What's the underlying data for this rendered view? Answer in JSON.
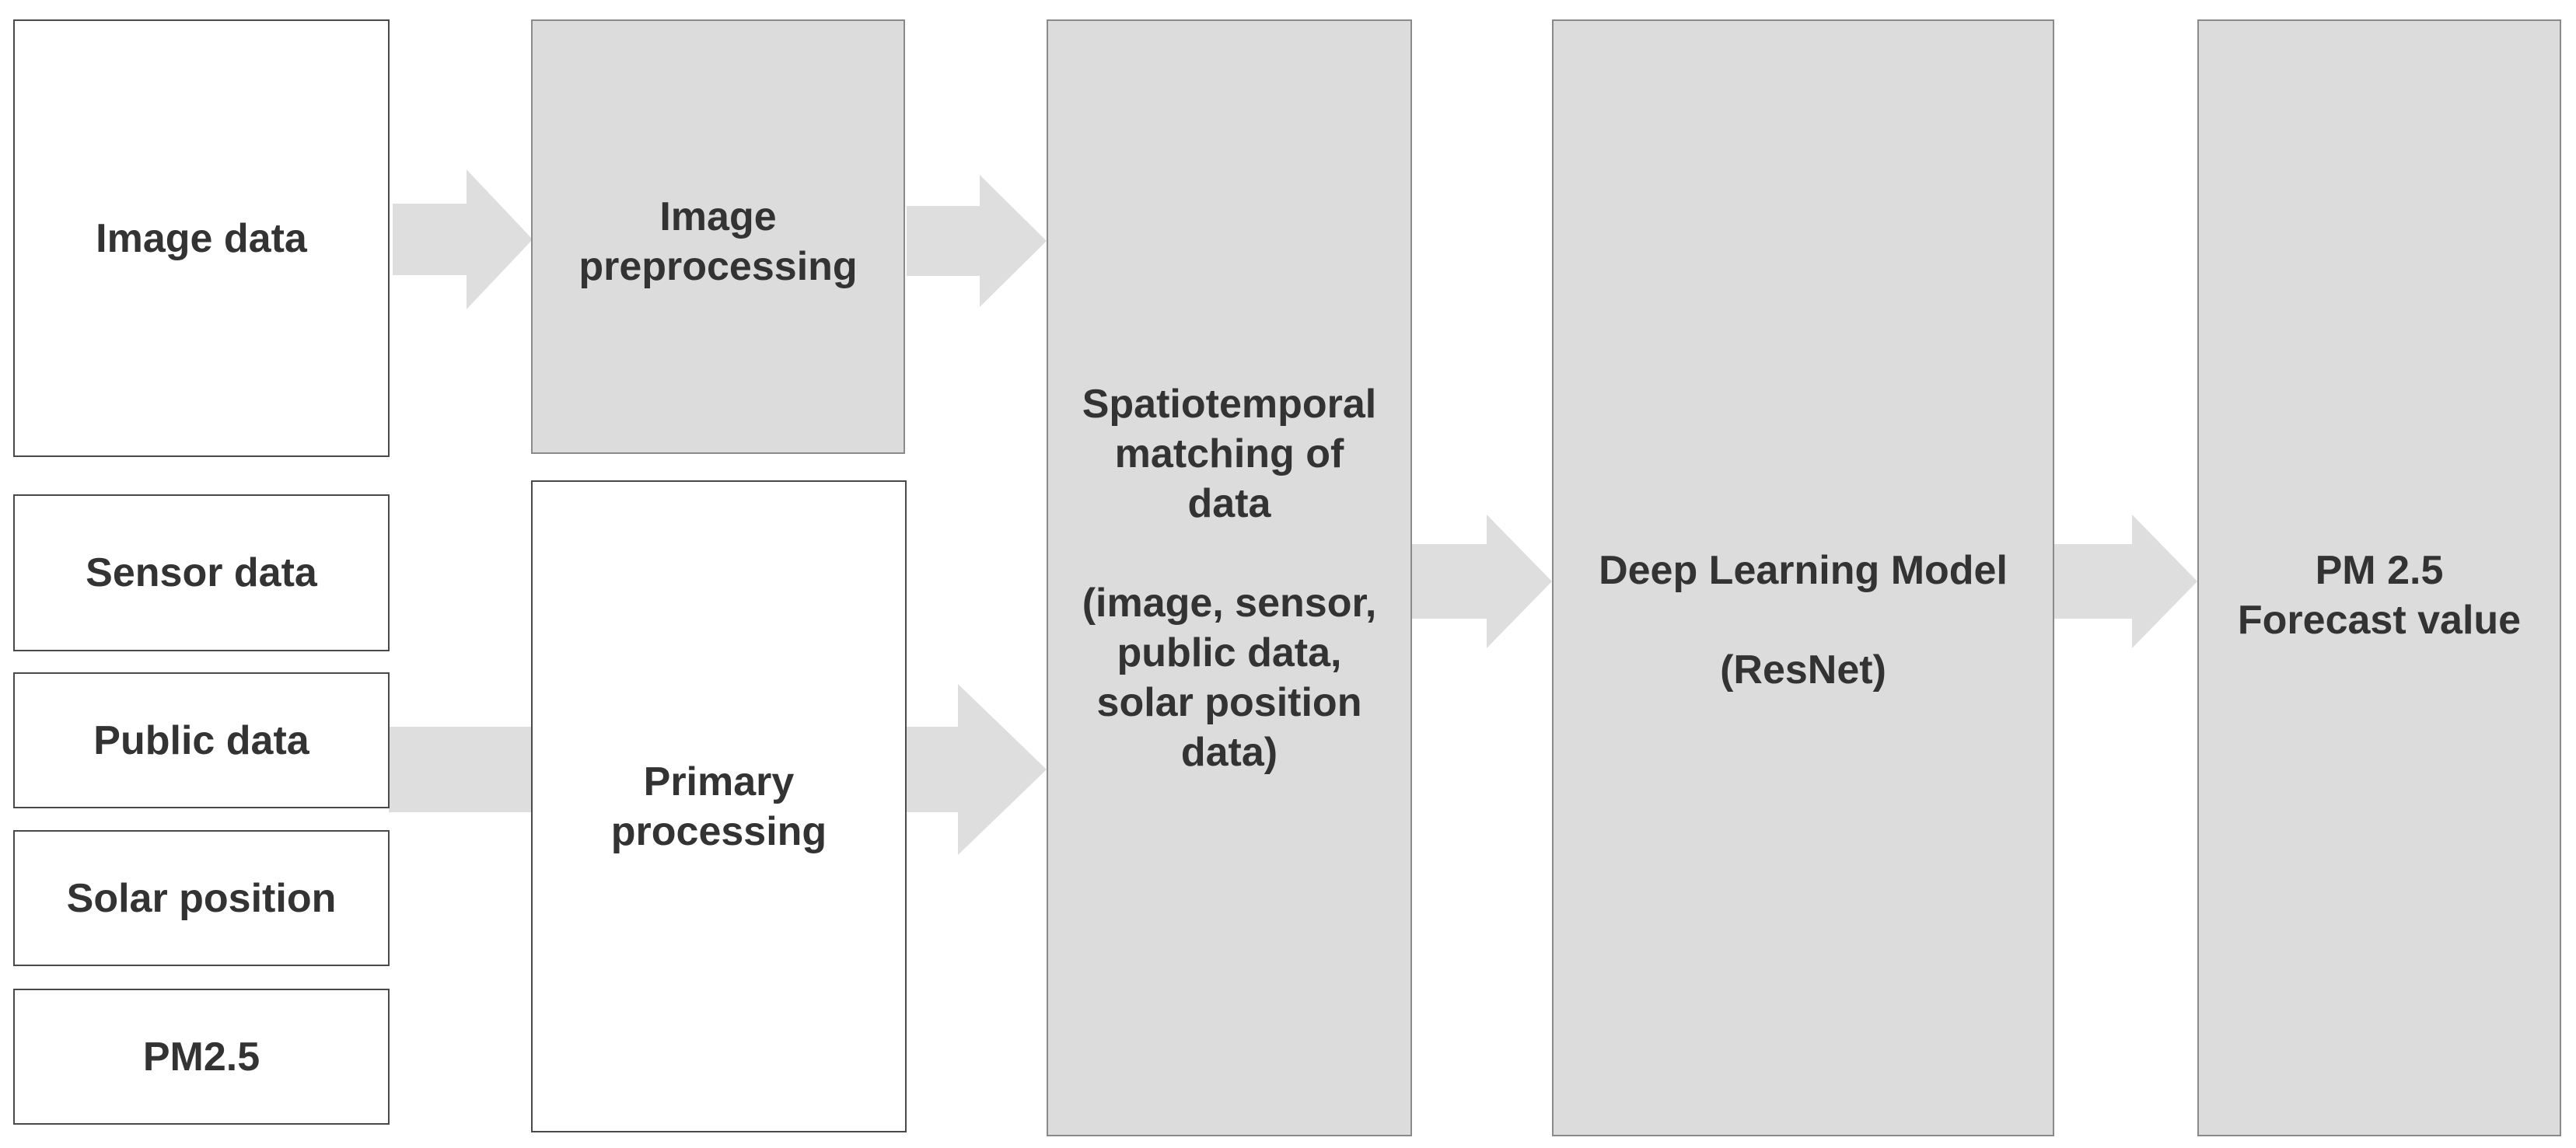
{
  "inputs": {
    "image_data": "Image data",
    "sensor_data": "Sensor data",
    "public_data": "Public data",
    "solar_position": "Solar position",
    "pm25": "PM2.5"
  },
  "processing": {
    "image_preprocessing": "Image\npreprocessing",
    "primary_processing": "Primary\nprocessing"
  },
  "matching": {
    "text": "Spatiotemporal\nmatching of\ndata\n\n(image, sensor,\npublic data,\nsolar position\ndata)"
  },
  "model": {
    "text": "Deep Learning Model\n\n(ResNet)"
  },
  "output": {
    "text": "PM 2.5\nForecast value"
  },
  "colors": {
    "box_fill_grey": "#dcdcdc",
    "box_fill_white": "#ffffff",
    "arrow_fill": "#dedede",
    "text": "#333333"
  }
}
